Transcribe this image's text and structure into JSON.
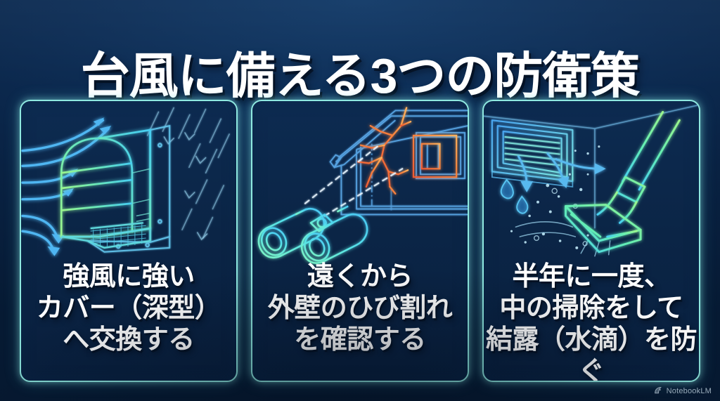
{
  "poster": {
    "title": "台風に備える3つの防衛策",
    "background_top_color": "#123a68",
    "background_bottom_color": "#061a33",
    "card_border_color": "#8fe9e0",
    "card_fill_color": "#0b2546",
    "neon_green": "#8ef08a",
    "neon_cyan": "#4fd8f5",
    "neon_blue": "#4aa6f0",
    "crack_orange": "#f4763a",
    "text_color": "#ffffff"
  },
  "cards": [
    {
      "illustration_name": "wind-resistant-deep-vent-cover",
      "illustration_alt": "強風を受け流す深型の換気フード。左から青い風の矢印、右側に雨のすじ。",
      "caption": "強風に強い\nカバー（深型）\nへ交換する",
      "caption_lines": [
        "強風に強い",
        "カバー（深型）",
        "へ交換する"
      ]
    },
    {
      "illustration_name": "binoculars-wall-crack-inspection",
      "illustration_alt": "双眼鏡から破線の視線が伸び、外壁のオレンジ色のひび割れを確認している。",
      "caption": "遠くから\n外壁のひび割れ\nを確認する",
      "caption_lines": [
        "遠くから",
        "外壁のひび割れ",
        "を確認する"
      ]
    },
    {
      "illustration_name": "vacuum-cleaning-vent-condensation",
      "illustration_alt": "掃除機のノズルで換気口の中を掃除し、水滴（結露）とホコリを取り除く。",
      "caption": "半年に一度、\n中の掃除をして\n結露（水滴）を防ぐ",
      "caption_lines": [
        "半年に一度、",
        "中の掃除をして",
        "結露（水滴）を防ぐ"
      ]
    }
  ],
  "watermark": {
    "label": "NotebookLM",
    "icon": "notebooklm-logo-icon"
  }
}
